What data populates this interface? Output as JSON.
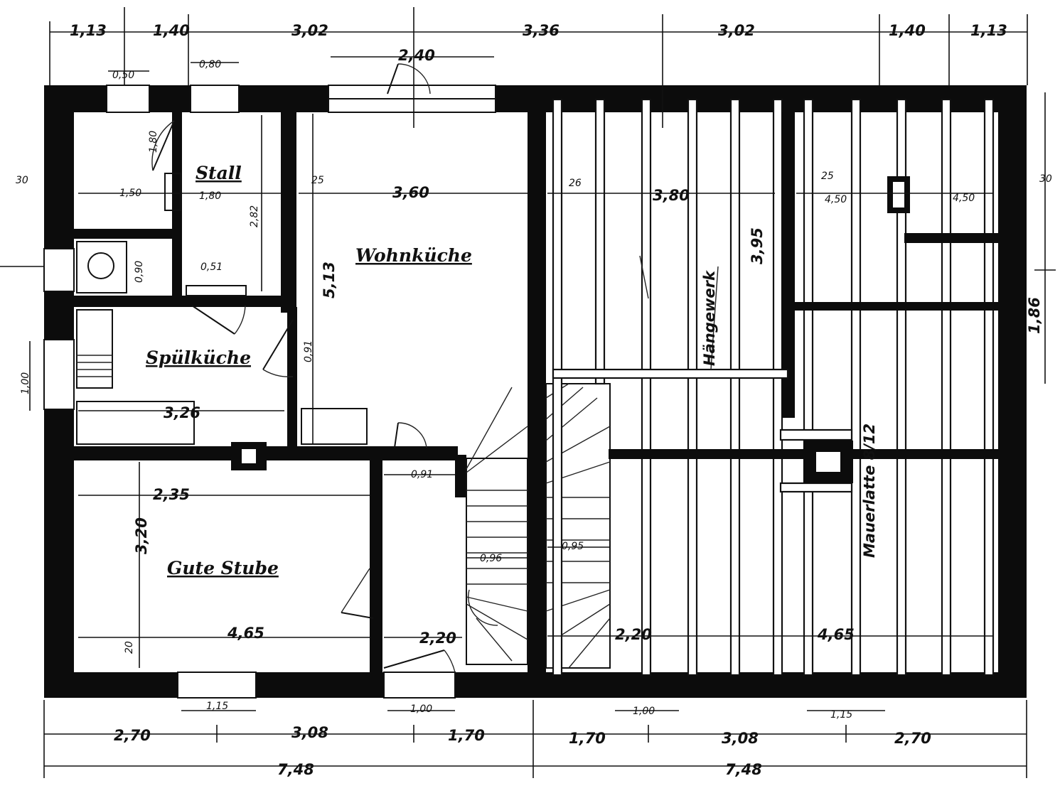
{
  "rooms": {
    "stall": "Stall",
    "wohnkueche": "Wohnküche",
    "spuelkueche": "Spülküche",
    "gute_stube": "Gute Stube",
    "hangewerk": "Hängewerk",
    "mauerlatte": "Mauerlatte 8/12"
  },
  "top_dims": [
    "1,13",
    "1,40",
    "3,02",
    "3,36",
    "3,02",
    "1,40",
    "1,13"
  ],
  "top_small": {
    "d050": "0,50",
    "d080": "0,80",
    "d240": "2,40"
  },
  "inner_dims": {
    "d150": "1,50",
    "d180a": "1,80",
    "d180b": "1,80",
    "d282": "2,82",
    "d051": "0,51",
    "d090": "0,90",
    "d25a": "25",
    "d360": "3,60",
    "d513": "5,13",
    "d091a": "0,91",
    "d326": "3,26",
    "d235": "2,35",
    "d320": "3,20",
    "d465a": "4,65",
    "d220a": "2,20",
    "d096": "0,96",
    "d095": "0,95",
    "d091b": "0,91",
    "d26": "26",
    "d380": "3,80",
    "d395": "3,95",
    "d25b": "25",
    "d450a": "4,50",
    "d450b": "4,50",
    "d220b": "2,20",
    "d465b": "4,65",
    "d186": "1,86",
    "d30a": "30",
    "d30b": "30",
    "d100v": "1,00",
    "d20": "20"
  },
  "bottom_small": [
    "1,15",
    "1,00",
    "1,00",
    "1,15"
  ],
  "bottom_dims": [
    "2,70",
    "3,08",
    "1,70",
    "1,70",
    "3,08",
    "2,70"
  ],
  "bottom_total": [
    "7,48",
    "7,48"
  ]
}
